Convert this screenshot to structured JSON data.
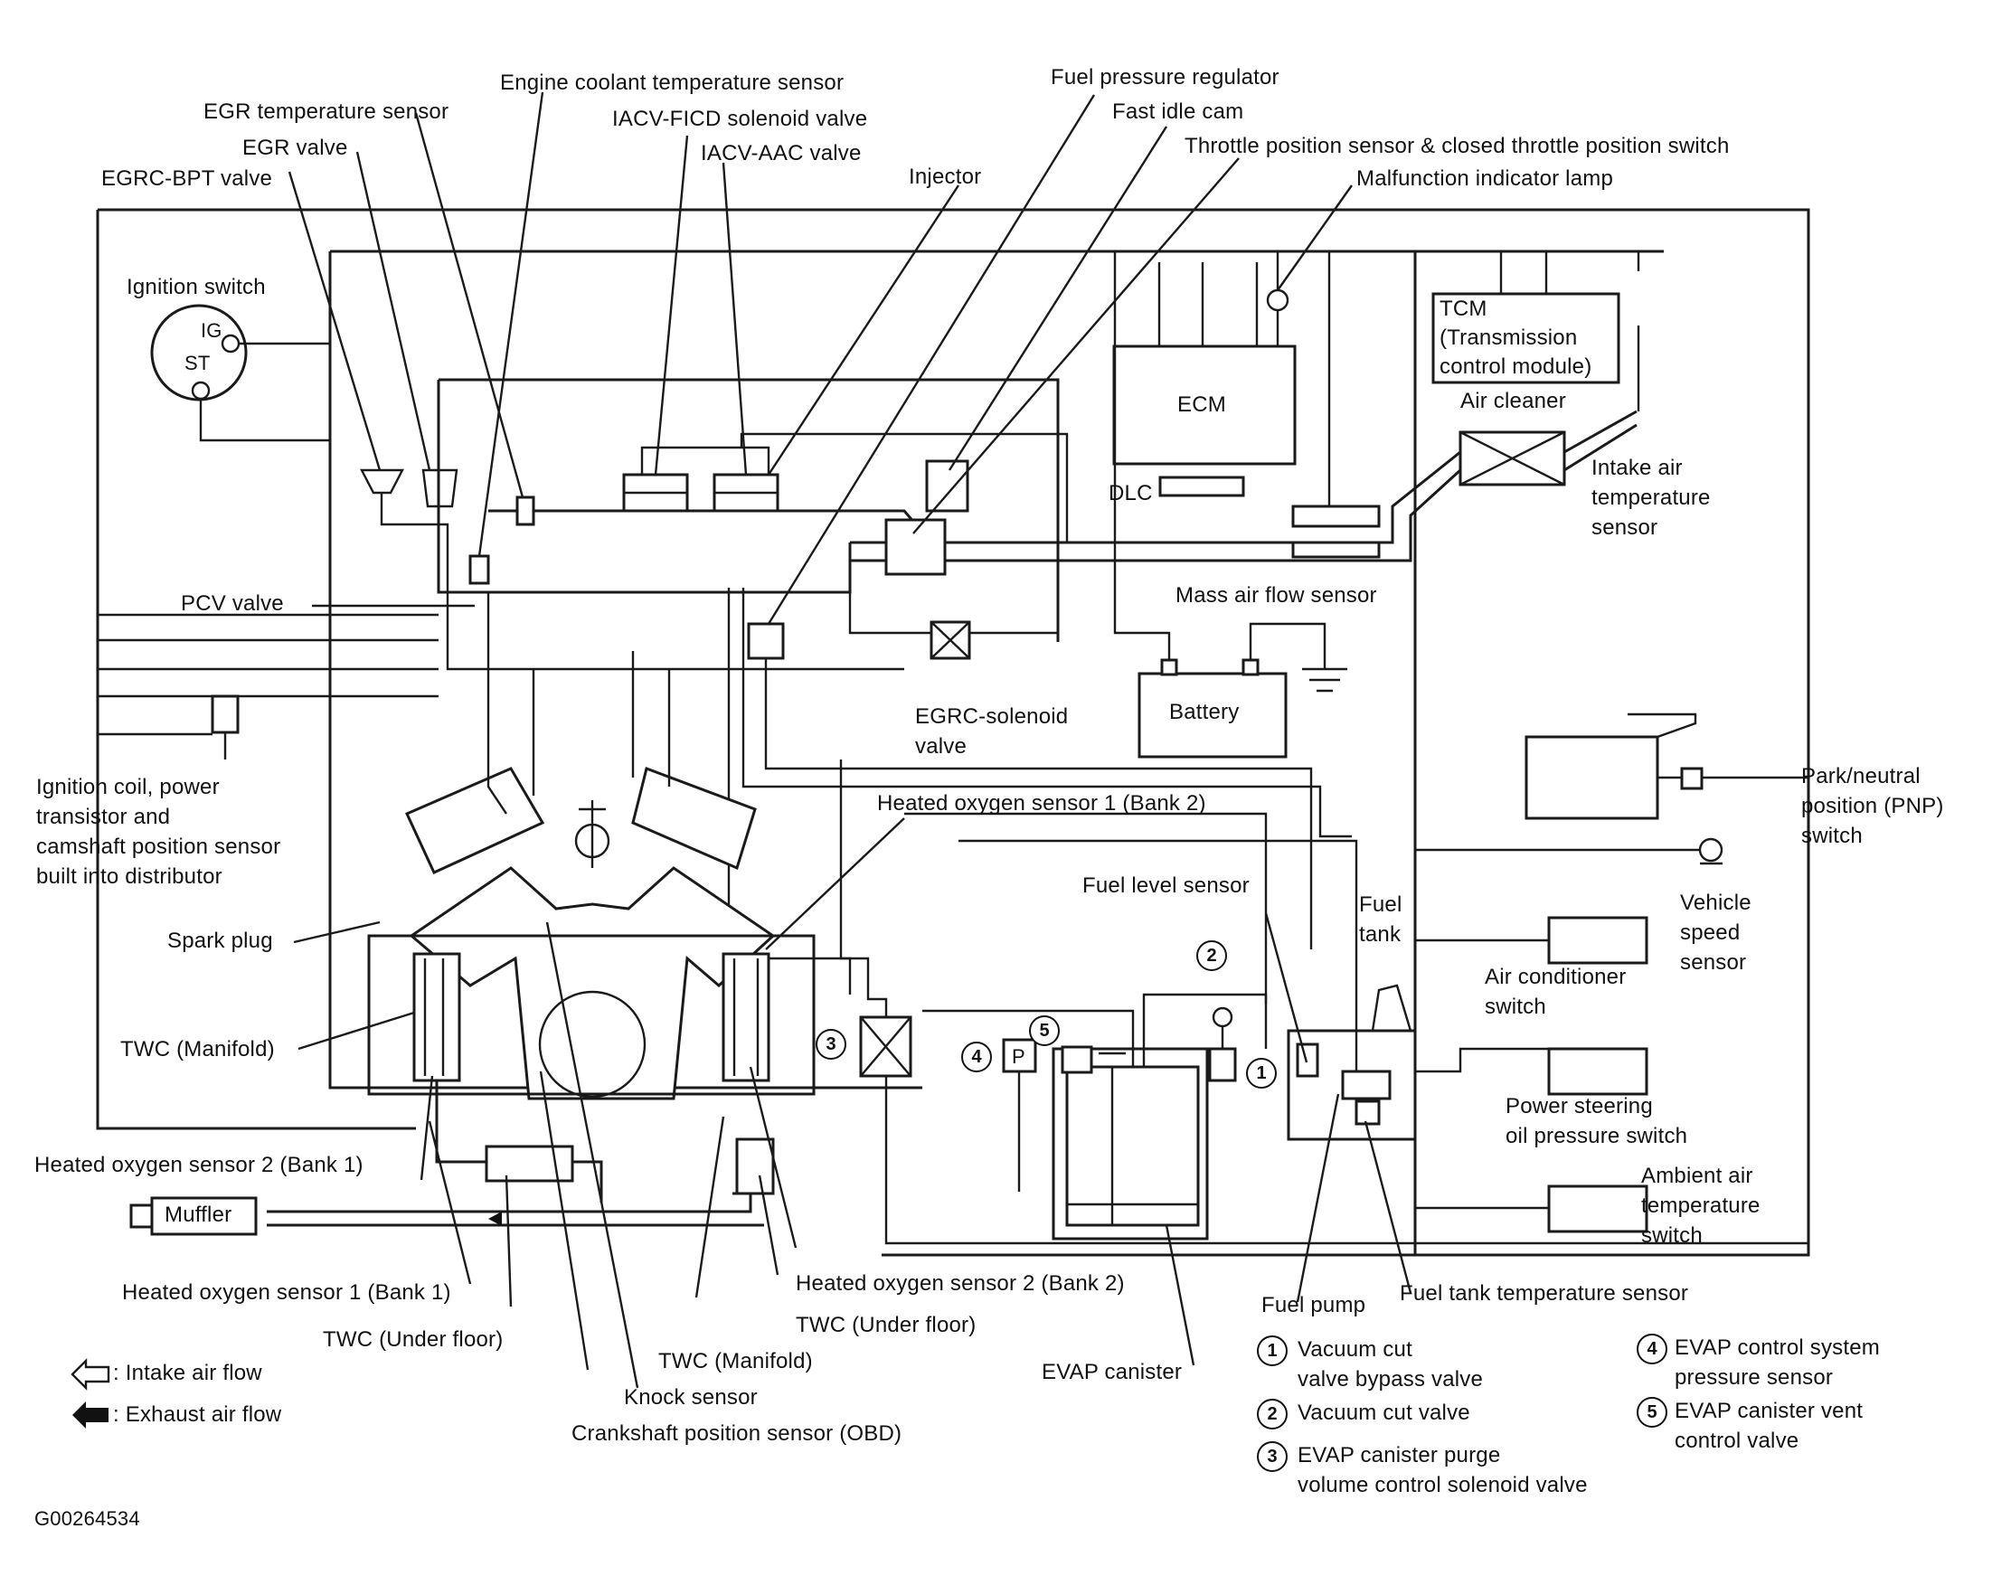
{
  "image_code": "G00264534",
  "components": {
    "egrc_bpt_valve": "EGRC-BPT valve",
    "egr_valve": "EGR valve",
    "egr_temp_sensor": "EGR temperature sensor",
    "engine_coolant_temp_sensor": "Engine coolant temperature sensor",
    "iacv_ficd": "IACV-FICD solenoid valve",
    "iacv_aac": "IACV-AAC valve",
    "injector": "Injector",
    "fuel_pressure_regulator": "Fuel pressure regulator",
    "fast_idle_cam": "Fast idle cam",
    "throttle_position_sensor": "Throttle position sensor & closed throttle position switch",
    "malfunction_indicator_lamp": "Malfunction indicator lamp",
    "ignition_switch": "Ignition switch",
    "ig": "IG",
    "st": "ST",
    "tcm_line1": "TCM",
    "tcm_line2": "(Transmission",
    "tcm_line3": "control module)",
    "ecm": "ECM",
    "dlc": "DLC",
    "air_cleaner": "Air cleaner",
    "intake_air_temp_sensor_l1": "Intake air",
    "intake_air_temp_sensor_l2": "temperature",
    "intake_air_temp_sensor_l3": "sensor",
    "mass_air_flow_sensor": "Mass air flow sensor",
    "pcv_valve": "PCV valve",
    "battery": "Battery",
    "egrc_solenoid_l1": "EGRC-solenoid",
    "egrc_solenoid_l2": "valve",
    "ignition_coil_l1": "Ignition coil, power",
    "ignition_coil_l2": "transistor and",
    "ignition_coil_l3": "camshaft position sensor",
    "ignition_coil_l4": "built into distributor",
    "heated_o2_s1_bank2": "Heated oxygen sensor 1 (Bank 2)",
    "pnp_switch_l1": "Park/neutral",
    "pnp_switch_l2": "position (PNP)",
    "pnp_switch_l3": "switch",
    "fuel_level_sensor": "Fuel level sensor",
    "fuel_tank_l1": "Fuel",
    "fuel_tank_l2": "tank",
    "vehicle_speed_l1": "Vehicle",
    "vehicle_speed_l2": "speed",
    "vehicle_speed_l3": "sensor",
    "spark_plug": "Spark plug",
    "ac_switch_l1": "Air conditioner",
    "ac_switch_l2": "switch",
    "twc_manifold_left": "TWC (Manifold)",
    "power_steering_l1": "Power steering",
    "power_steering_l2": "oil pressure switch",
    "ambient_air_l1": "Ambient air",
    "ambient_air_l2": "temperature",
    "ambient_air_l3": "switch",
    "heated_o2_s2_bank1": "Heated oxygen sensor 2 (Bank 1)",
    "muffler": "Muffler",
    "heated_o2_s2_bank2": "Heated oxygen sensor 2 (Bank 2)",
    "heated_o2_s1_bank1": "Heated oxygen sensor 1 (Bank 1)",
    "twc_under_floor_right": "TWC (Under floor)",
    "twc_under_floor_left": "TWC (Under floor)",
    "twc_manifold_bottom": "TWC (Manifold)",
    "evap_canister": "EVAP canister",
    "fuel_pump": "Fuel pump",
    "fuel_tank_temp_sensor": "Fuel tank temperature sensor",
    "knock_sensor": "Knock sensor",
    "crankshaft_sensor": "Crankshaft position sensor (OBD)",
    "p_mark": "P"
  },
  "legend": {
    "intake": ": Intake air flow",
    "exhaust": ": Exhaust air flow"
  },
  "numbered": [
    {
      "n": "1",
      "l1": "Vacuum cut",
      "l2": "valve bypass valve"
    },
    {
      "n": "2",
      "l1": "Vacuum cut valve",
      "l2": ""
    },
    {
      "n": "3",
      "l1": "EVAP canister purge",
      "l2": "volume control solenoid valve"
    },
    {
      "n": "4",
      "l1": "EVAP control system",
      "l2": "pressure sensor"
    },
    {
      "n": "5",
      "l1": "EVAP canister vent",
      "l2": "control valve"
    }
  ]
}
